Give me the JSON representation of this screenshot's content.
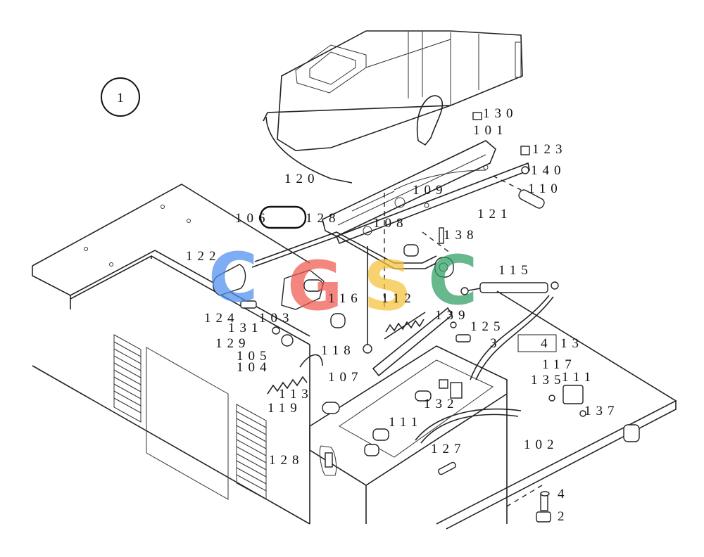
{
  "view_marker": "1",
  "highlighted_label": "106",
  "watermark": {
    "letters": [
      {
        "char": "C",
        "color": "#4d8ef0"
      },
      {
        "char": "G",
        "color": "#ef5a4f"
      },
      {
        "char": "S",
        "color": "#f7c23a"
      },
      {
        "char": "C",
        "color": "#2f9e63"
      }
    ]
  },
  "callouts": {
    "c130": "130",
    "c101": "101",
    "c123": "123",
    "c140": "140",
    "c110": "110",
    "c120": "120",
    "c109": "109",
    "c121": "121",
    "c106": "106",
    "c128a": "128",
    "c108": "108",
    "c138": "138",
    "c122": "122",
    "c115": "115",
    "c116": "116",
    "c112": "112",
    "c124": "124",
    "c103": "103",
    "c139": "139",
    "c131": "131",
    "c125": "125",
    "c129": "129",
    "c3": "3",
    "c4a": "4",
    "c13": "13",
    "c105": "105",
    "c118": "118",
    "c117": "117",
    "c104": "104",
    "c107": "107",
    "c135": "135",
    "c111": "111",
    "c113": "113",
    "c132": "132",
    "c119": "119",
    "c137": "137",
    "c111b": "111",
    "c127": "127",
    "c128": "128",
    "c102": "102",
    "c4": "4",
    "c2": "2"
  }
}
